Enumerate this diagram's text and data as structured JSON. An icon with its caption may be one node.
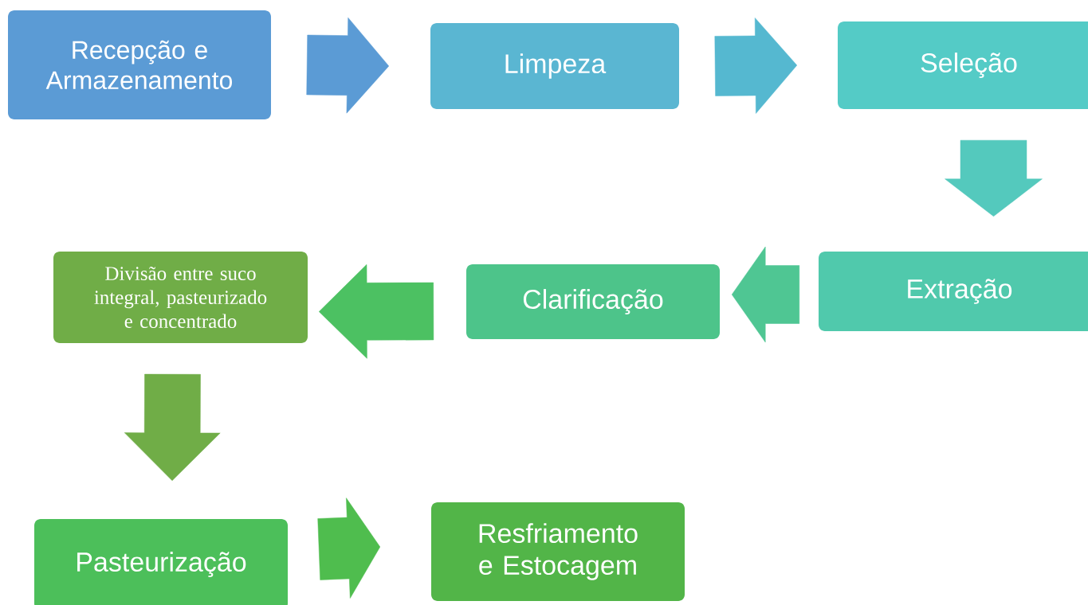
{
  "diagram": {
    "nodes": [
      {
        "text": [
          "Recepção e Armazenamento"
        ]
      },
      {
        "text": [
          "Limpeza"
        ]
      },
      {
        "text": [
          "Seleção"
        ]
      },
      {
        "text": [
          "Extração"
        ]
      },
      {
        "text": [
          "Clarificação"
        ]
      },
      {
        "text": [
          "Divisão entre suco integral, pasteurizado e concentrado"
        ]
      },
      {
        "text": [
          "Pasteurização"
        ]
      },
      {
        "text": [
          "Resfriamento e Estocagem"
        ]
      }
    ],
    "edges": [
      {
        "from": 0,
        "to": 1,
        "arrow": "to",
        "color": "#5b9bd5"
      },
      {
        "from": 1,
        "to": 2,
        "arrow": "to",
        "color": "#55b8d0"
      },
      {
        "from": 2,
        "to": 3,
        "arrow": "to",
        "color": "#54c9bd"
      },
      {
        "from": 3,
        "to": 4,
        "arrow": "to",
        "color": "#4fc693"
      },
      {
        "from": 4,
        "to": 5,
        "arrow": "to",
        "color": "#4cc162"
      },
      {
        "from": 5,
        "to": 6,
        "arrow": "to",
        "color": "#70ad47"
      },
      {
        "from": 6,
        "to": 7,
        "arrow": "to",
        "color": "#4fbd4e"
      }
    ]
  }
}
